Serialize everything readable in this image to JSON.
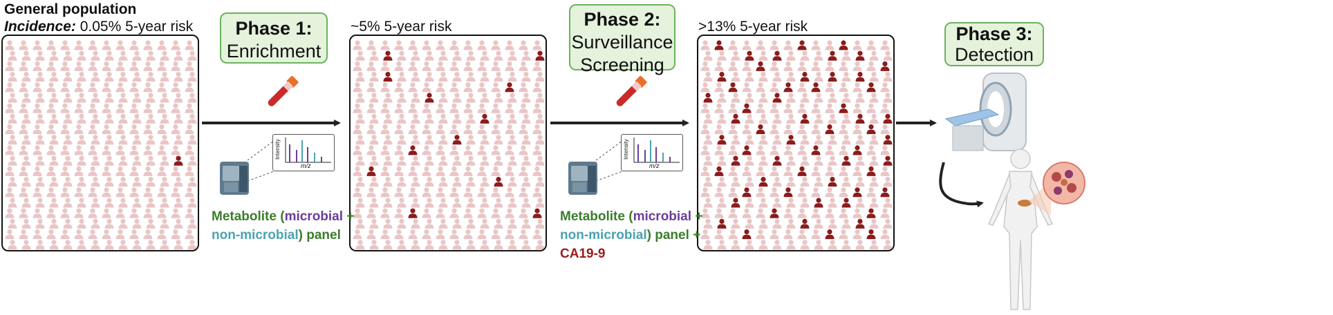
{
  "colors": {
    "person_light": "#e9c6c6",
    "person_dark": "#8c1c1c",
    "phase_fill": "#e5f2dc",
    "phase_border": "#6bb35c",
    "arrow": "#222222"
  },
  "population": {
    "title": "General population",
    "incidence_label": "Incidence:",
    "incidence_value": " 0.05% 5-year risk"
  },
  "groups": [
    {
      "risk": "",
      "highlighted_count": 1
    },
    {
      "risk": "~5% 5-year risk",
      "highlighted_count": 12
    },
    {
      "risk": ">13% 5-year risk",
      "highlighted_count": 58
    }
  ],
  "phases": [
    {
      "title": "Phase 1:",
      "subtitle_lines": [
        "Enrichment"
      ]
    },
    {
      "title": "Phase 2:",
      "subtitle_lines": [
        "Surveillance",
        "Screening"
      ]
    },
    {
      "title": "Phase 3:",
      "subtitle_lines": [
        "Detection"
      ]
    }
  ],
  "spectrum": {
    "y_label": "Intensity",
    "x_label": "m/z"
  },
  "panels": [
    {
      "metabolite": "Metabolite",
      "open_paren": " (",
      "microbial": "microbial",
      "plus1": " +",
      "non_microbial": "non-microbial",
      "close_paren": ")",
      "panel": " panel",
      "extra_plus": "",
      "extra": ""
    },
    {
      "metabolite": "Metabolite",
      "open_paren": " (",
      "microbial": "microbial",
      "plus1": " +",
      "non_microbial": "non-microbial",
      "close_paren": ")",
      "panel": " panel",
      "extra_plus": " +",
      "extra": "CA19-9"
    }
  ],
  "icons": [
    "blood-tube-icon",
    "mass-spectrometer-icon",
    "mri-scanner-icon",
    "human-body-icon",
    "pancreas-icon",
    "tumor-cells-icon"
  ]
}
